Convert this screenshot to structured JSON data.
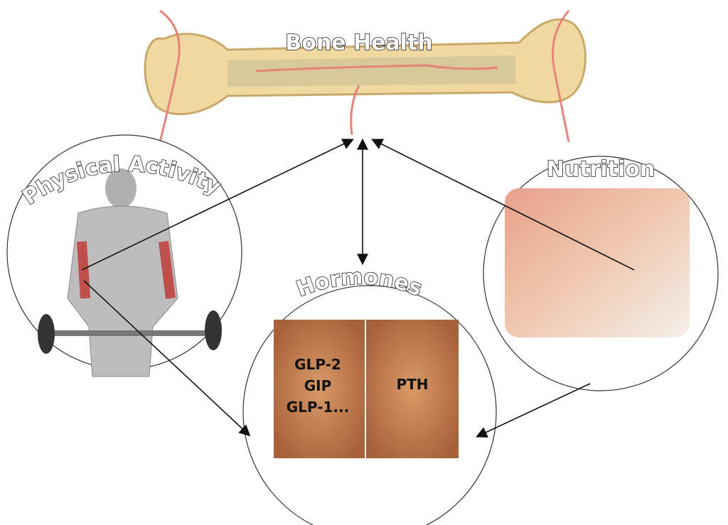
{
  "title": "Bone Health",
  "nodes": {
    "physical_activity": {
      "label": "Physical Activity"
    },
    "nutrition": {
      "label": "Nutrition"
    },
    "hormones": {
      "label": "Hormones",
      "gut_hormones": [
        "GLP-2",
        "GIP",
        "GLP-1..."
      ],
      "parathyroid_hormone": "PTH"
    }
  },
  "colors": {
    "bone": "#efd9a0",
    "marrow": "#d9c89a",
    "vessel": "#e7837a",
    "muscle": "#b8b8b8",
    "gut": "#c98a5a",
    "arrow": "#111111"
  }
}
